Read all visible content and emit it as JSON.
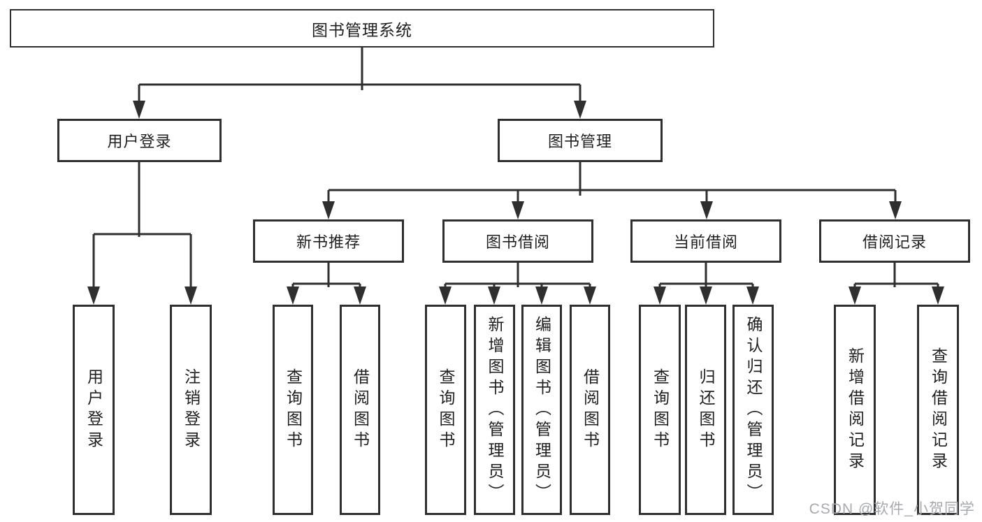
{
  "colors": {
    "line": "#2f2f2f",
    "box_border": "#2f2f2f",
    "box_bg": "#ffffff",
    "text": "#1f1f1f",
    "watermark": "#a6a9ae"
  },
  "watermark": "CSDN @软件_小贺同学",
  "tree": {
    "root": "图书管理系统",
    "branches": [
      {
        "label": "用户登录",
        "children": [
          "用户登录",
          "注销登录"
        ]
      },
      {
        "label": "图书管理",
        "children": [
          {
            "label": "新书推荐",
            "children": [
              "查询图书",
              "借阅图书"
            ]
          },
          {
            "label": "图书借阅",
            "children": [
              "查询图书",
              "新增图书（管理员）",
              "编辑图书（管理员）",
              "借阅图书"
            ]
          },
          {
            "label": "当前借阅",
            "children": [
              "查询图书",
              "归还图书",
              "确认归还（管理员）"
            ]
          },
          {
            "label": "借阅记录",
            "children": [
              "新增借阅记录",
              "查询借阅记录"
            ]
          }
        ]
      }
    ]
  }
}
